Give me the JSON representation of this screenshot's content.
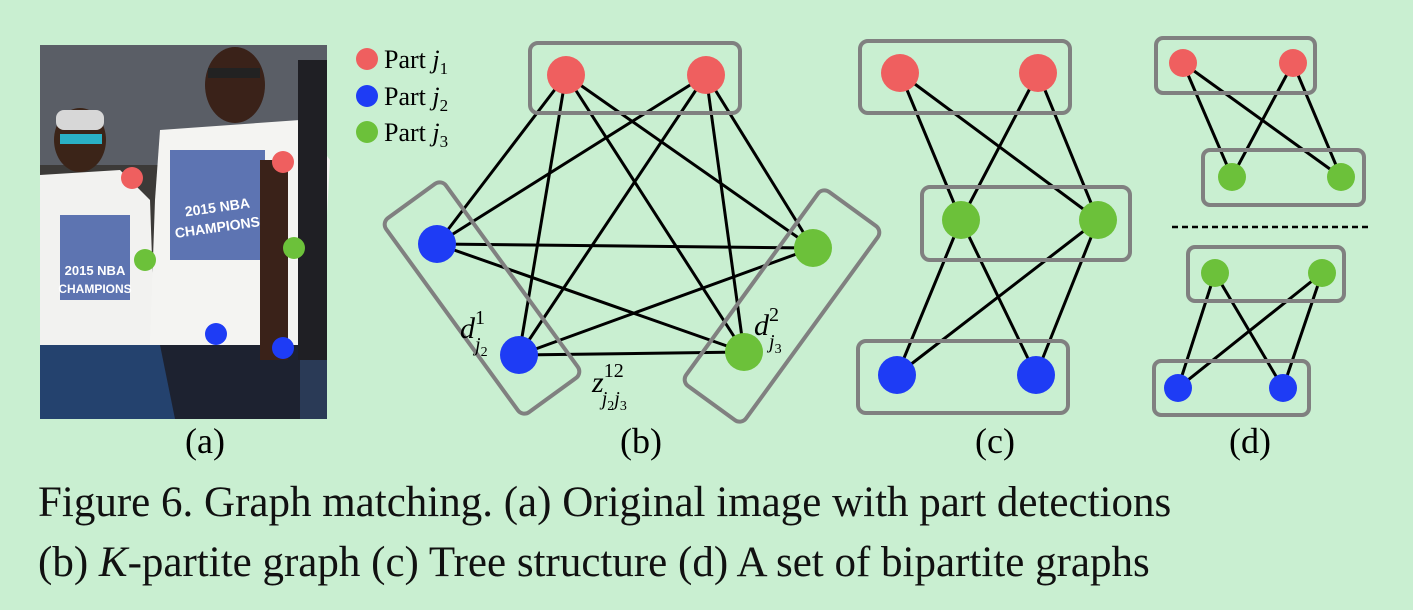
{
  "legend": [
    {
      "label": "Part ",
      "symbol": "j",
      "sub": "1",
      "color": "#ef5f5f"
    },
    {
      "label": "Part ",
      "symbol": "j",
      "sub": "2",
      "color": "#1e3cf5"
    },
    {
      "label": "Part ",
      "symbol": "j",
      "sub": "3",
      "color": "#6cc13a"
    }
  ],
  "panel_labels": {
    "a": "(a)",
    "b": "(b)",
    "c": "(c)",
    "d": "(d)"
  },
  "annotations": {
    "d1_base": "d",
    "d1_sup": "1",
    "d1_sub": "j",
    "d1_subsub": "2",
    "d2_base": "d",
    "d2_sup": "2",
    "d2_sub": "j",
    "d2_subsub": "3",
    "z_base": "z",
    "z_sup": "12",
    "z_sub1": "j",
    "z_subsub1": "2",
    "z_sub2": "j",
    "z_subsub2": "3"
  },
  "photo": {
    "description_hidden": "",
    "shirt_text_1": "2015 NBA",
    "shirt_text_2": "CHAMPIONS"
  },
  "caption": {
    "line1": "Figure 6. Graph matching. (a) Original image with part detections",
    "line2_pre": "(b) ",
    "line2_k": "K",
    "line2_post": "-partite graph (c) Tree structure (d) A set of bipartite graphs"
  },
  "colors": {
    "red": "#ef5f5f",
    "blue": "#1e3cf5",
    "green": "#6cc13a",
    "box": "#808080",
    "edge": "#000000",
    "background": "#c9efd1"
  }
}
